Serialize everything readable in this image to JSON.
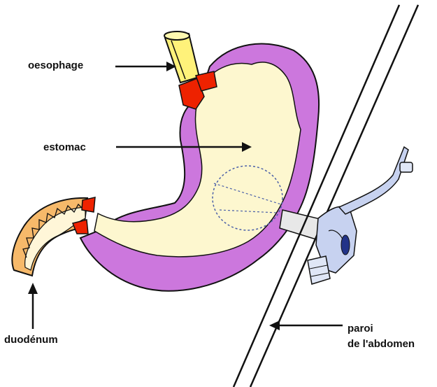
{
  "labels": {
    "oesophage": "oesophage",
    "estomac": "estomac",
    "duodenum": "duodénum",
    "paroi_line1": "paroi",
    "paroi_line2": "de l'abdomen"
  },
  "colors": {
    "stomach_wall": "#cc77dd",
    "stomach_interior": "#fdf7cf",
    "sphincter": "#ee2200",
    "oesophagus": "#fff27a",
    "duodenum_wall": "#f6b96a",
    "device": "#c7d2f0"
  }
}
